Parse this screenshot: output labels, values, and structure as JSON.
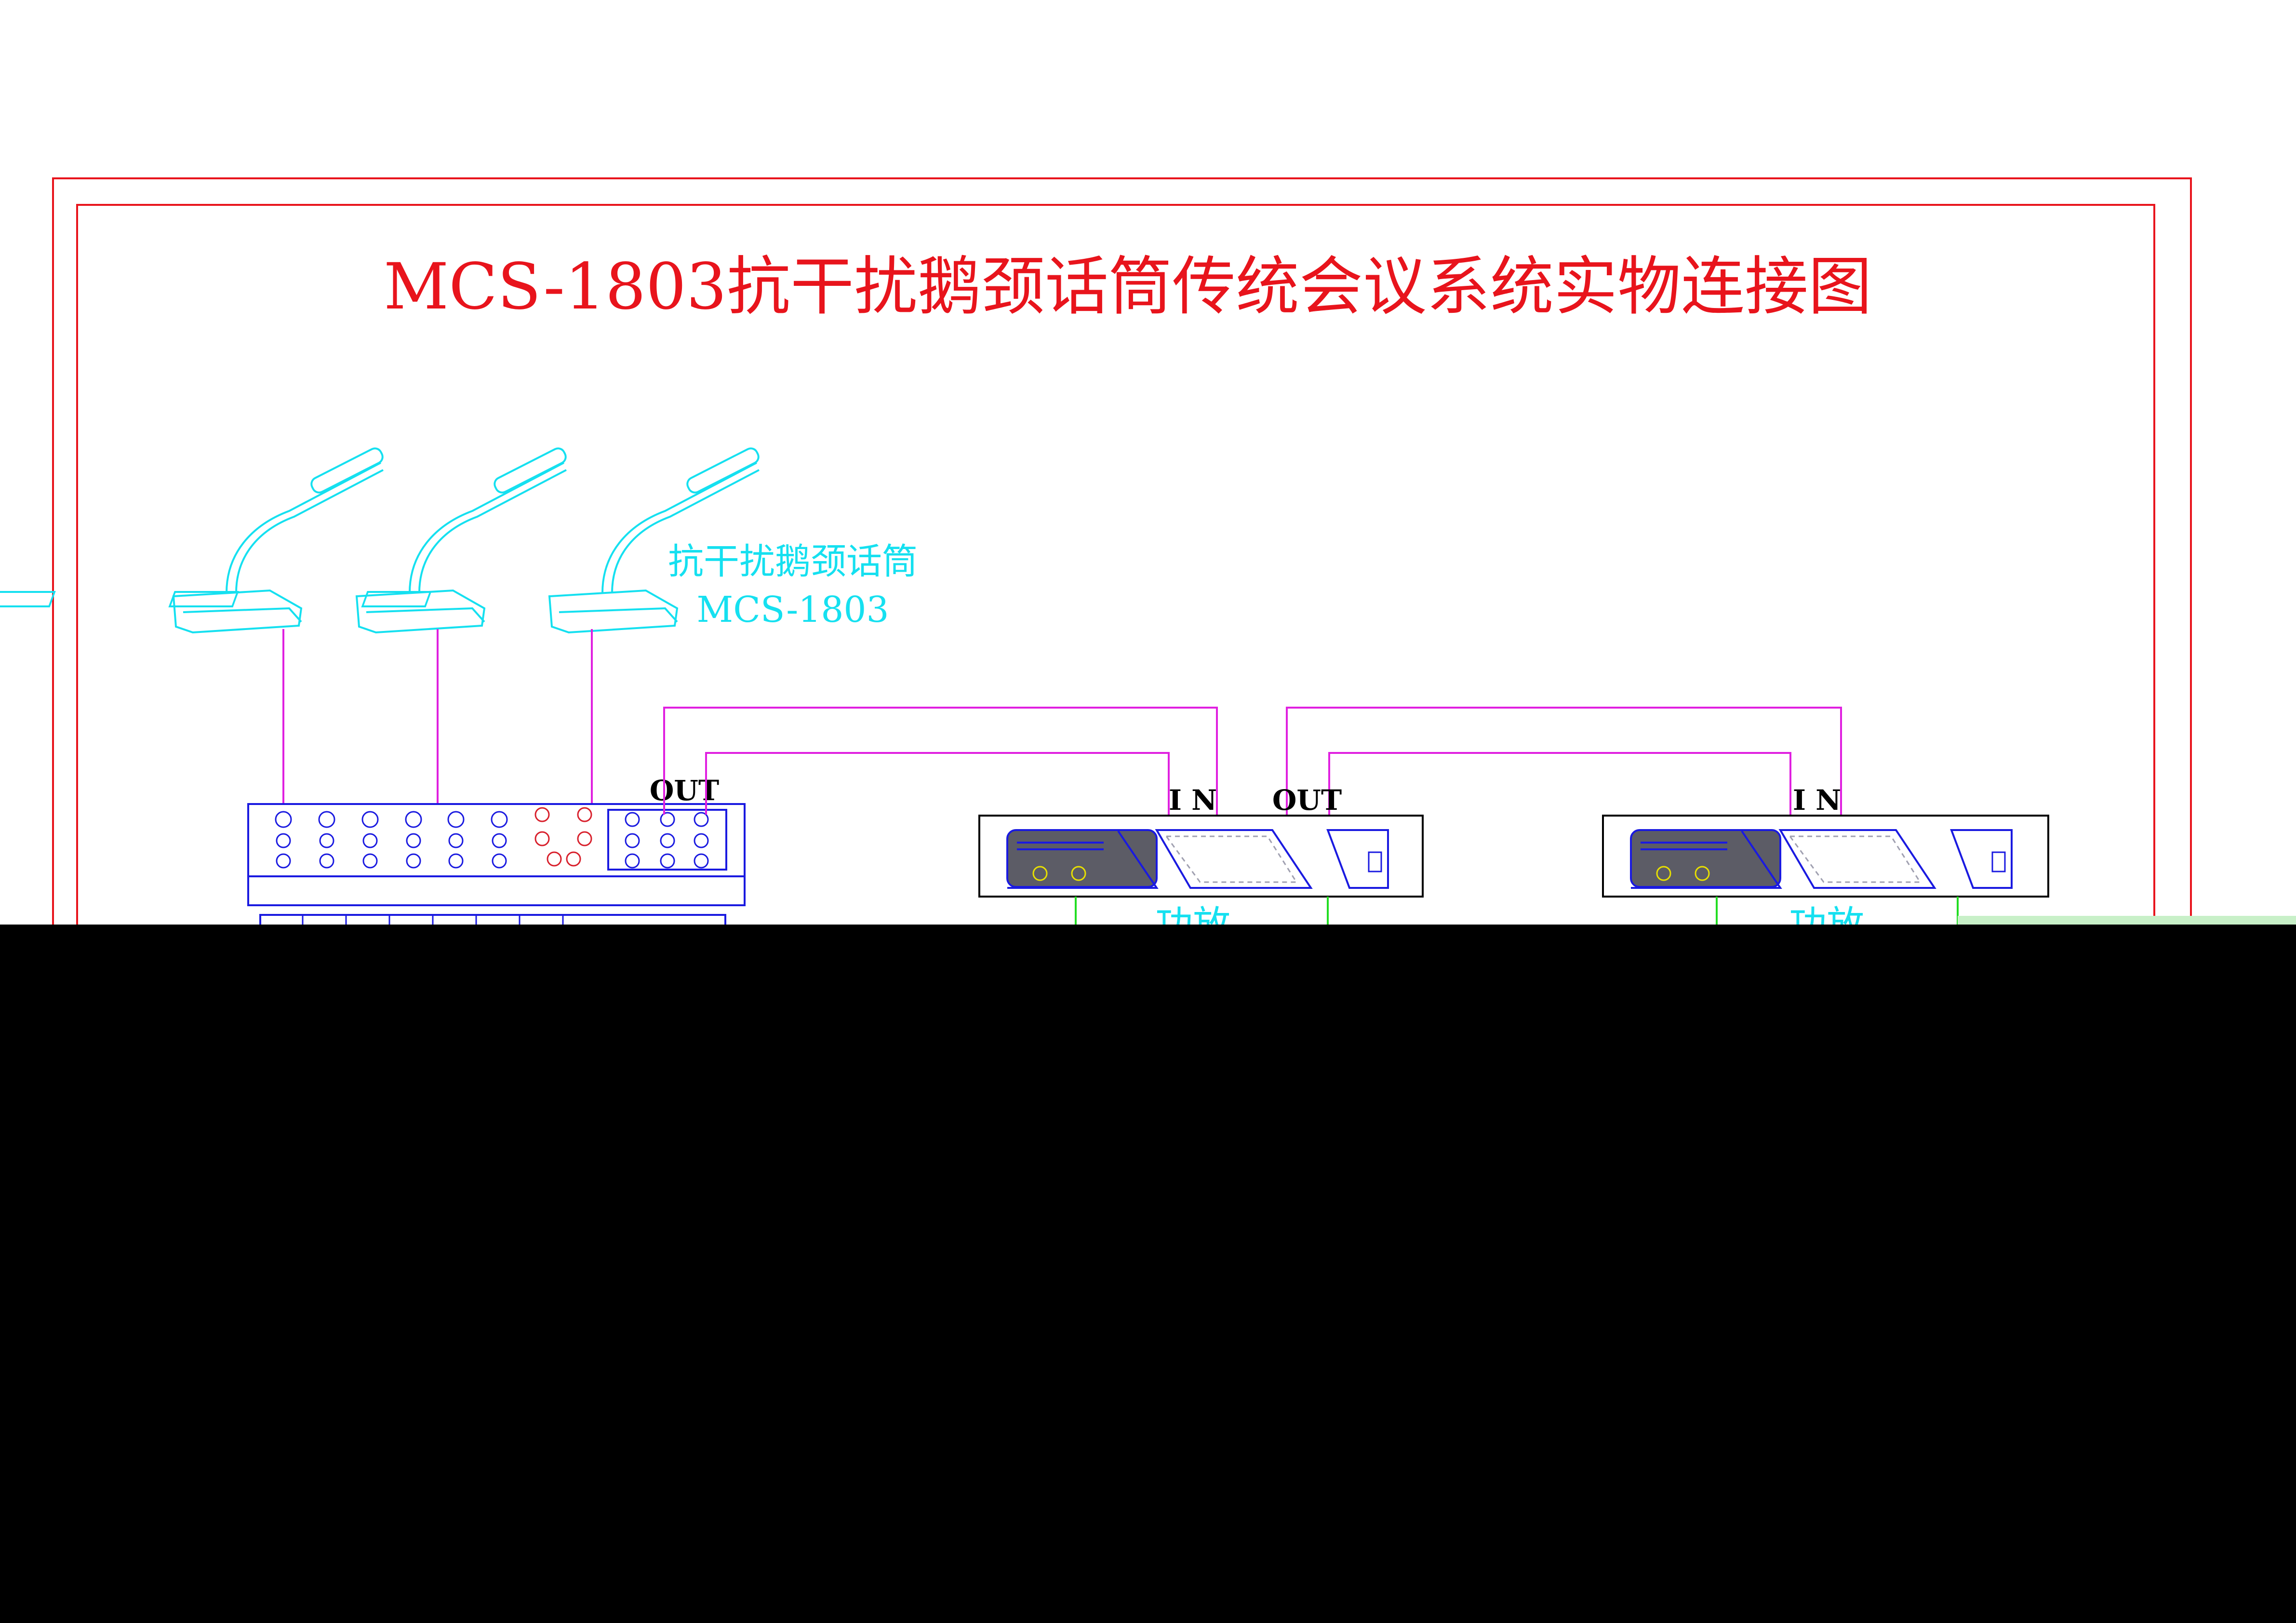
{
  "title": "MCS-1803抗干扰鹅颈话筒传统会议系统实物连接图",
  "microphone": {
    "name": "抗干扰鹅颈话筒",
    "model": "MCS-1803",
    "count": 3
  },
  "mixer": {
    "out_label": "OUT"
  },
  "amplifiers": [
    {
      "in_label": "I N",
      "out_label": "OUT",
      "name": "功放"
    },
    {
      "in_label": "I N",
      "name": "功放"
    }
  ],
  "colors": {
    "frame": "#e8141c",
    "microphone": "#15e0f0",
    "equipment": "#1a1ae0",
    "signal_cable": "#e020e0",
    "speaker_cable": "#22dd22",
    "occluded_region": "#000000"
  }
}
